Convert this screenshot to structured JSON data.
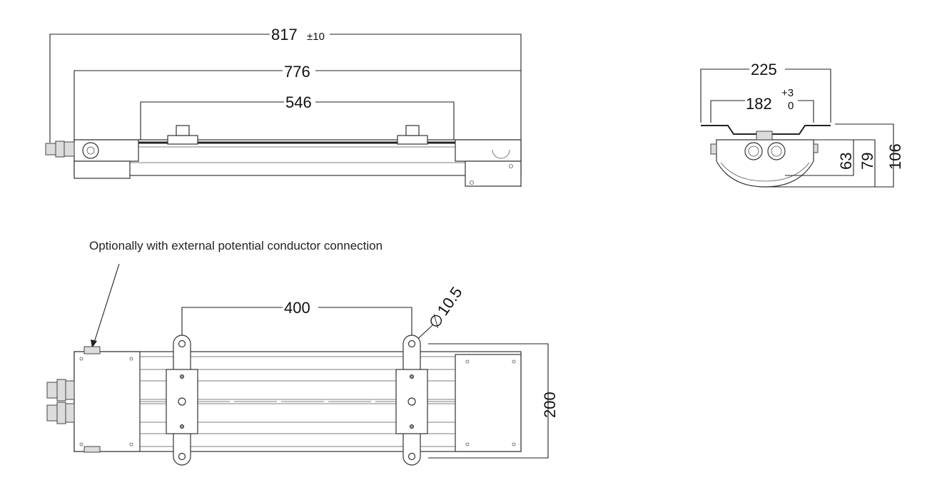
{
  "dimensions": {
    "overall_length": "817",
    "overall_tolerance": "±10",
    "body_length": "776",
    "bracket_span": "546",
    "end_width": "225",
    "end_inner_width": "182",
    "end_inner_tol_plus": "+3",
    "end_inner_tol_minus": "0",
    "height_63": "63",
    "height_79": "79",
    "height_106": "106",
    "mount_spacing": "400",
    "hole_diameter": "10.5",
    "hole_symbol": "∅",
    "bottom_width": "200"
  },
  "annotation": {
    "note": "Optionally with external potential conductor connection"
  },
  "colors": {
    "line": "#222222",
    "fill": "#dcdcdc",
    "background": "#ffffff"
  }
}
